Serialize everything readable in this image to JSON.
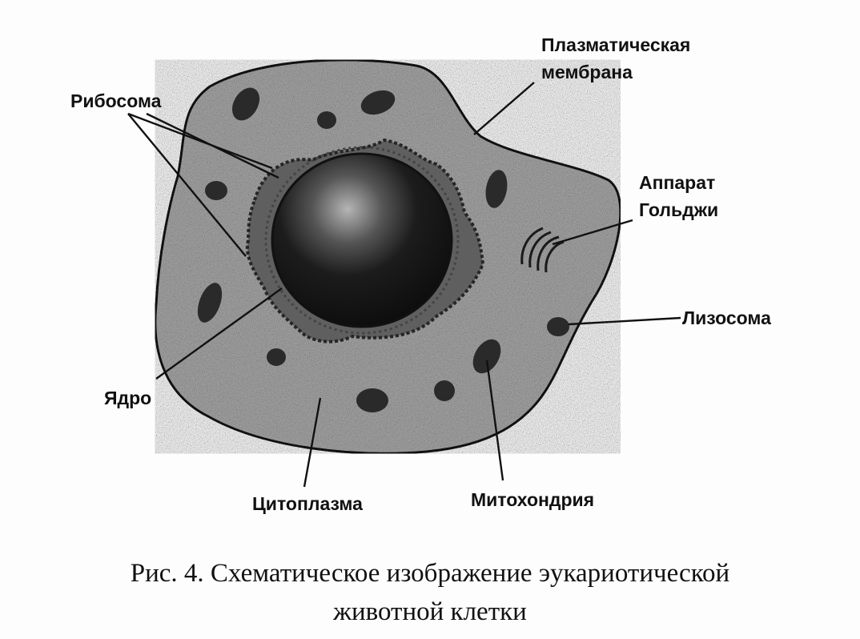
{
  "labels": {
    "plasma_membrane": [
      "Плазматическая",
      "мембрана"
    ],
    "ribosome": "Рибосома",
    "golgi": [
      "Аппарат",
      "Гольджи"
    ],
    "lysosome": "Лизосома",
    "nucleus": "Ядро",
    "cytoplasm": "Цитоплазма",
    "mitochondrion": "Митохондрия"
  },
  "caption": {
    "line1": "Рис. 4. Схематическое изображение эукариотической",
    "line2": "животной клетки"
  },
  "colors": {
    "cytoplasm": "#a9a9a9",
    "outline": "#151515",
    "nucleus": "#1a1a1a",
    "nucleolus": "#9a9a9a",
    "organelle": "#2a2a2a",
    "text": "#111111"
  }
}
